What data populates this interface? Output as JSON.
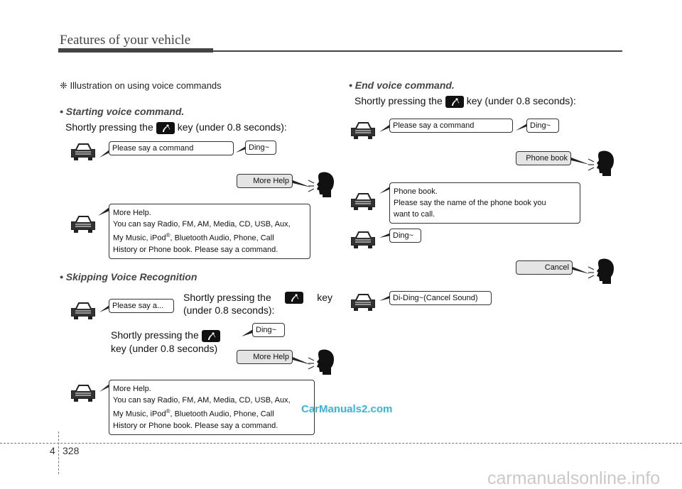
{
  "header": {
    "title": "Features of your vehicle"
  },
  "left": {
    "illustration_note": "❈ Illustration on using voice commands",
    "starting": {
      "heading": "• Starting voice command.",
      "text_before": "Shortly pressing the",
      "text_after": "key (under 0.8 seconds):",
      "bubble_please_say": "Please say a command",
      "bubble_ding": "Ding~",
      "bubble_more_help": "More Help",
      "more_help_title": "More Help.",
      "more_help_line1": "You can say Radio, FM, AM, Media, CD, USB, Aux,",
      "more_help_line2a": "My Music, iPod",
      "more_help_sup": "®",
      "more_help_line2b": ", Bluetooth Audio, Phone, Call",
      "more_help_line3": "History or Phone book. Please say a command."
    },
    "skipping": {
      "heading": "• Skipping Voice Recognition",
      "bubble_please_say": "Please say a...",
      "text1_before": "Shortly pressing the",
      "text1_after": "key",
      "text1_line2": "(under 0.8 seconds):",
      "text2_before": "Shortly pressing the",
      "text2_line2": "key (under 0.8 seconds)",
      "bubble_ding": "Ding~",
      "bubble_more_help": "More Help",
      "more_help_title": "More Help.",
      "more_help_line1": "You can say Radio, FM, AM, Media, CD, USB, Aux,",
      "more_help_line2a": "My Music, iPod",
      "more_help_sup": "®",
      "more_help_line2b": ", Bluetooth Audio, Phone, Call",
      "more_help_line3": "History or Phone book. Please say a command."
    }
  },
  "right": {
    "heading": "• End voice command.",
    "text_before": "Shortly pressing the",
    "text_after": "key (under 0.8 seconds):",
    "bubble_please_say": "Please say a command",
    "bubble_ding": "Ding~",
    "bubble_phone_book": "Phone book",
    "phone_book_line1": "Phone book.",
    "phone_book_line2": "Please say the name of the phone book you",
    "phone_book_line3": "want to call.",
    "bubble_ding2": "Ding~",
    "bubble_cancel": "Cancel",
    "bubble_cancel_sound": "Di-Ding~(Cancel Sound)"
  },
  "footer": {
    "chapter": "4",
    "page": "328"
  },
  "watermarks": {
    "site1": "CarManuals2.com",
    "site2": "carmanualsonline.info"
  },
  "colors": {
    "dark": "#444444",
    "watermark_blue": "#35b6df",
    "bubble_gray": "#e4e4e4"
  },
  "icons": {
    "talk_key": "talk-key-icon",
    "car": "car-icon",
    "speaker": "speaking-head-icon"
  }
}
